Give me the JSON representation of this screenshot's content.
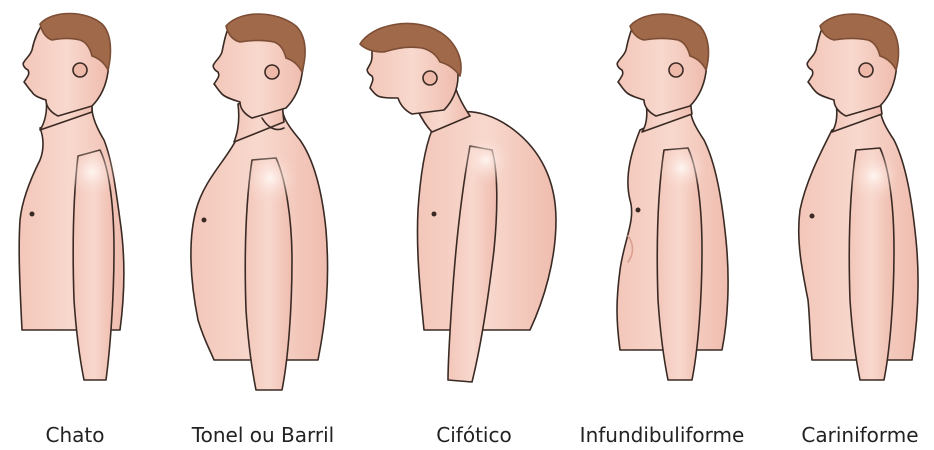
{
  "figures": [
    {
      "key": "chato",
      "label": "Chato"
    },
    {
      "key": "tonel",
      "label": "Tonel ou Barril"
    },
    {
      "key": "cifotico",
      "label": "Cifótico"
    },
    {
      "key": "infundibuliforme",
      "label": "Infundibuliforme"
    },
    {
      "key": "cariniforme",
      "label": "Cariniforme"
    }
  ],
  "colors": {
    "skin": "#f7d3c8",
    "skin_shadow": "#efb9aa",
    "hair": "#a0694a",
    "hair_dark": "#7d4e35",
    "outline": "#3a2a24",
    "caption": "#222222"
  }
}
